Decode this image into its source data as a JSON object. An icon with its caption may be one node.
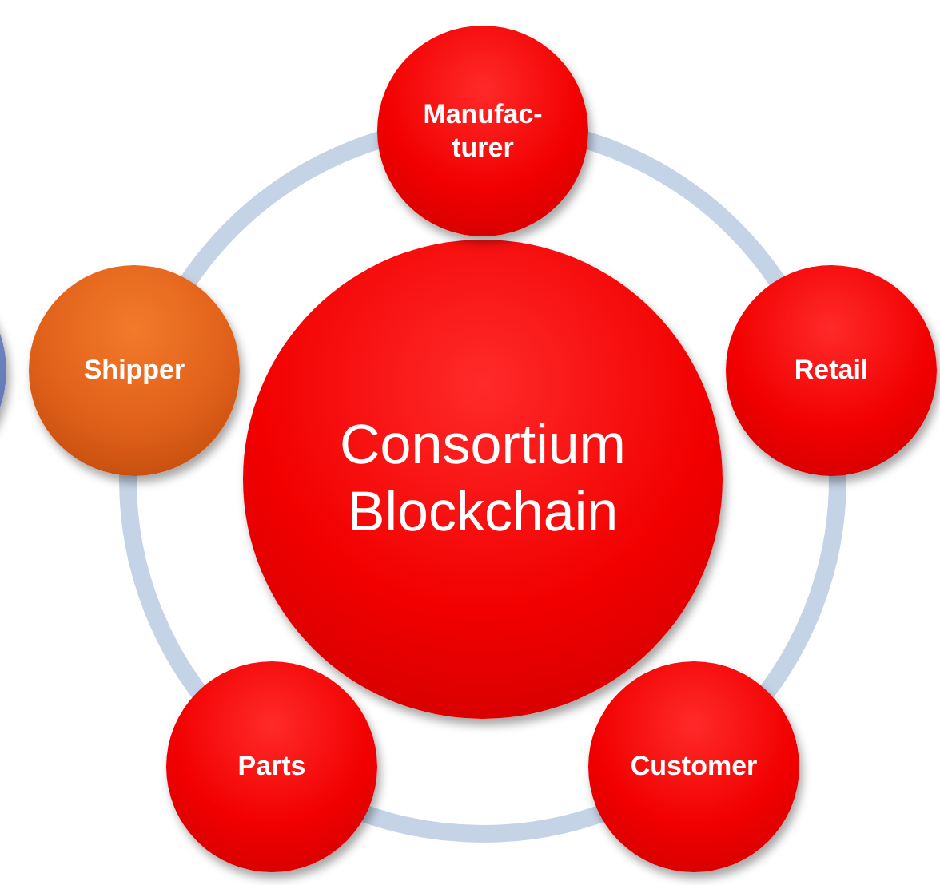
{
  "diagram": {
    "nodes": [
      {
        "text": [
          "Manufac- turer"
        ]
      },
      {
        "text": [],
        "shape": "circle"
      },
      {
        "text": [
          "Shipper"
        ]
      },
      {
        "text": [
          "Consortium Blockchain"
        ]
      },
      {
        "text": [
          "Retail"
        ]
      },
      {
        "text": [
          "Parts"
        ]
      },
      {
        "text": [
          "Customer"
        ]
      }
    ]
  }
}
